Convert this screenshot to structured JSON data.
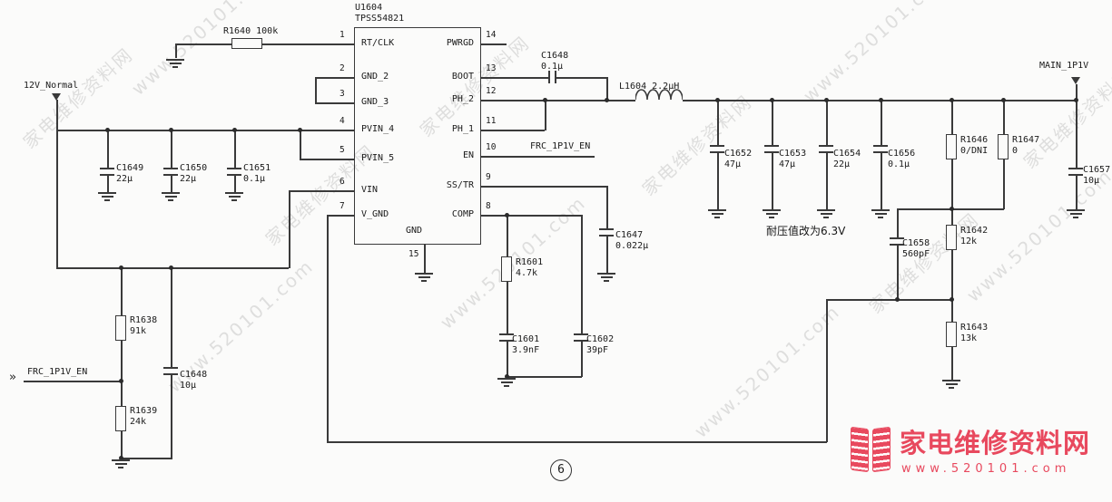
{
  "ic": {
    "ref": "U1604",
    "part": "TPSS54821",
    "left_pins": [
      {
        "num": "1",
        "name": "RT/CLK"
      },
      {
        "num": "2",
        "name": "GND_2"
      },
      {
        "num": "3",
        "name": "GND_3"
      },
      {
        "num": "4",
        "name": "PVIN_4"
      },
      {
        "num": "5",
        "name": "PVIN_5"
      },
      {
        "num": "6",
        "name": "VIN"
      },
      {
        "num": "7",
        "name": "V_GND"
      }
    ],
    "right_pins": [
      {
        "num": "14",
        "name": "PWRGD"
      },
      {
        "num": "13",
        "name": "BOOT"
      },
      {
        "num": "12",
        "name": "PH_2"
      },
      {
        "num": "11",
        "name": "PH_1"
      },
      {
        "num": "10",
        "name": "EN"
      },
      {
        "num": "9",
        "name": "SS/TR"
      },
      {
        "num": "8",
        "name": "COMP"
      }
    ],
    "bottom_pin": {
      "num": "15",
      "name": "GND"
    }
  },
  "nets": {
    "input": "12V_Normal",
    "enable": "FRC_1P1V_EN",
    "output": "MAIN_1P1V",
    "chevron": "»"
  },
  "components": {
    "r1640": {
      "ref": "R1640",
      "val": "100k"
    },
    "r1638": {
      "ref": "R1638",
      "val": "91k"
    },
    "r1639": {
      "ref": "R1639",
      "val": "24k"
    },
    "r1601": {
      "ref": "R1601",
      "val": "4.7k"
    },
    "r1642": {
      "ref": "R1642",
      "val": "12k"
    },
    "r1643": {
      "ref": "R1643",
      "val": "13k"
    },
    "r1646": {
      "ref": "R1646",
      "val": "0/DNI"
    },
    "r1647": {
      "ref": "R1647",
      "val": "0"
    },
    "c1649": {
      "ref": "C1649",
      "val": "22μ"
    },
    "c1650": {
      "ref": "C1650",
      "val": "22μ"
    },
    "c1651": {
      "ref": "C1651",
      "val": "0.1μ"
    },
    "c1648_boot": {
      "ref": "C1648",
      "val": "0.1μ"
    },
    "c1648_in": {
      "ref": "C1648",
      "val": "10μ"
    },
    "c1647": {
      "ref": "C1647",
      "val": "0.022μ"
    },
    "c1601": {
      "ref": "C1601",
      "val": "3.9nF"
    },
    "c1602": {
      "ref": "C1602",
      "val": "39pF"
    },
    "c1652": {
      "ref": "C1652",
      "val": "47μ"
    },
    "c1653": {
      "ref": "C1653",
      "val": "47μ"
    },
    "c1654": {
      "ref": "C1654",
      "val": "22μ"
    },
    "c1656": {
      "ref": "C1656",
      "val": "0.1μ"
    },
    "c1657": {
      "ref": "C1657",
      "val": "10μ"
    },
    "c1658": {
      "ref": "C1658",
      "val": "560pF"
    },
    "l1604": {
      "ref": "L1604",
      "val": "2.2μH"
    }
  },
  "annotations": {
    "note": "耐压值改为6.3V",
    "page_number": "6"
  },
  "watermark": {
    "site_name": "家电维修资料网",
    "site_url": "www.520101.com"
  },
  "logo": {
    "name": "家电维修资料网",
    "url": "www.520101.com"
  },
  "colors": {
    "wire": "#3a3a3a",
    "logo_red": "#e8495e",
    "watermark_gray": "#c7c7c7"
  }
}
